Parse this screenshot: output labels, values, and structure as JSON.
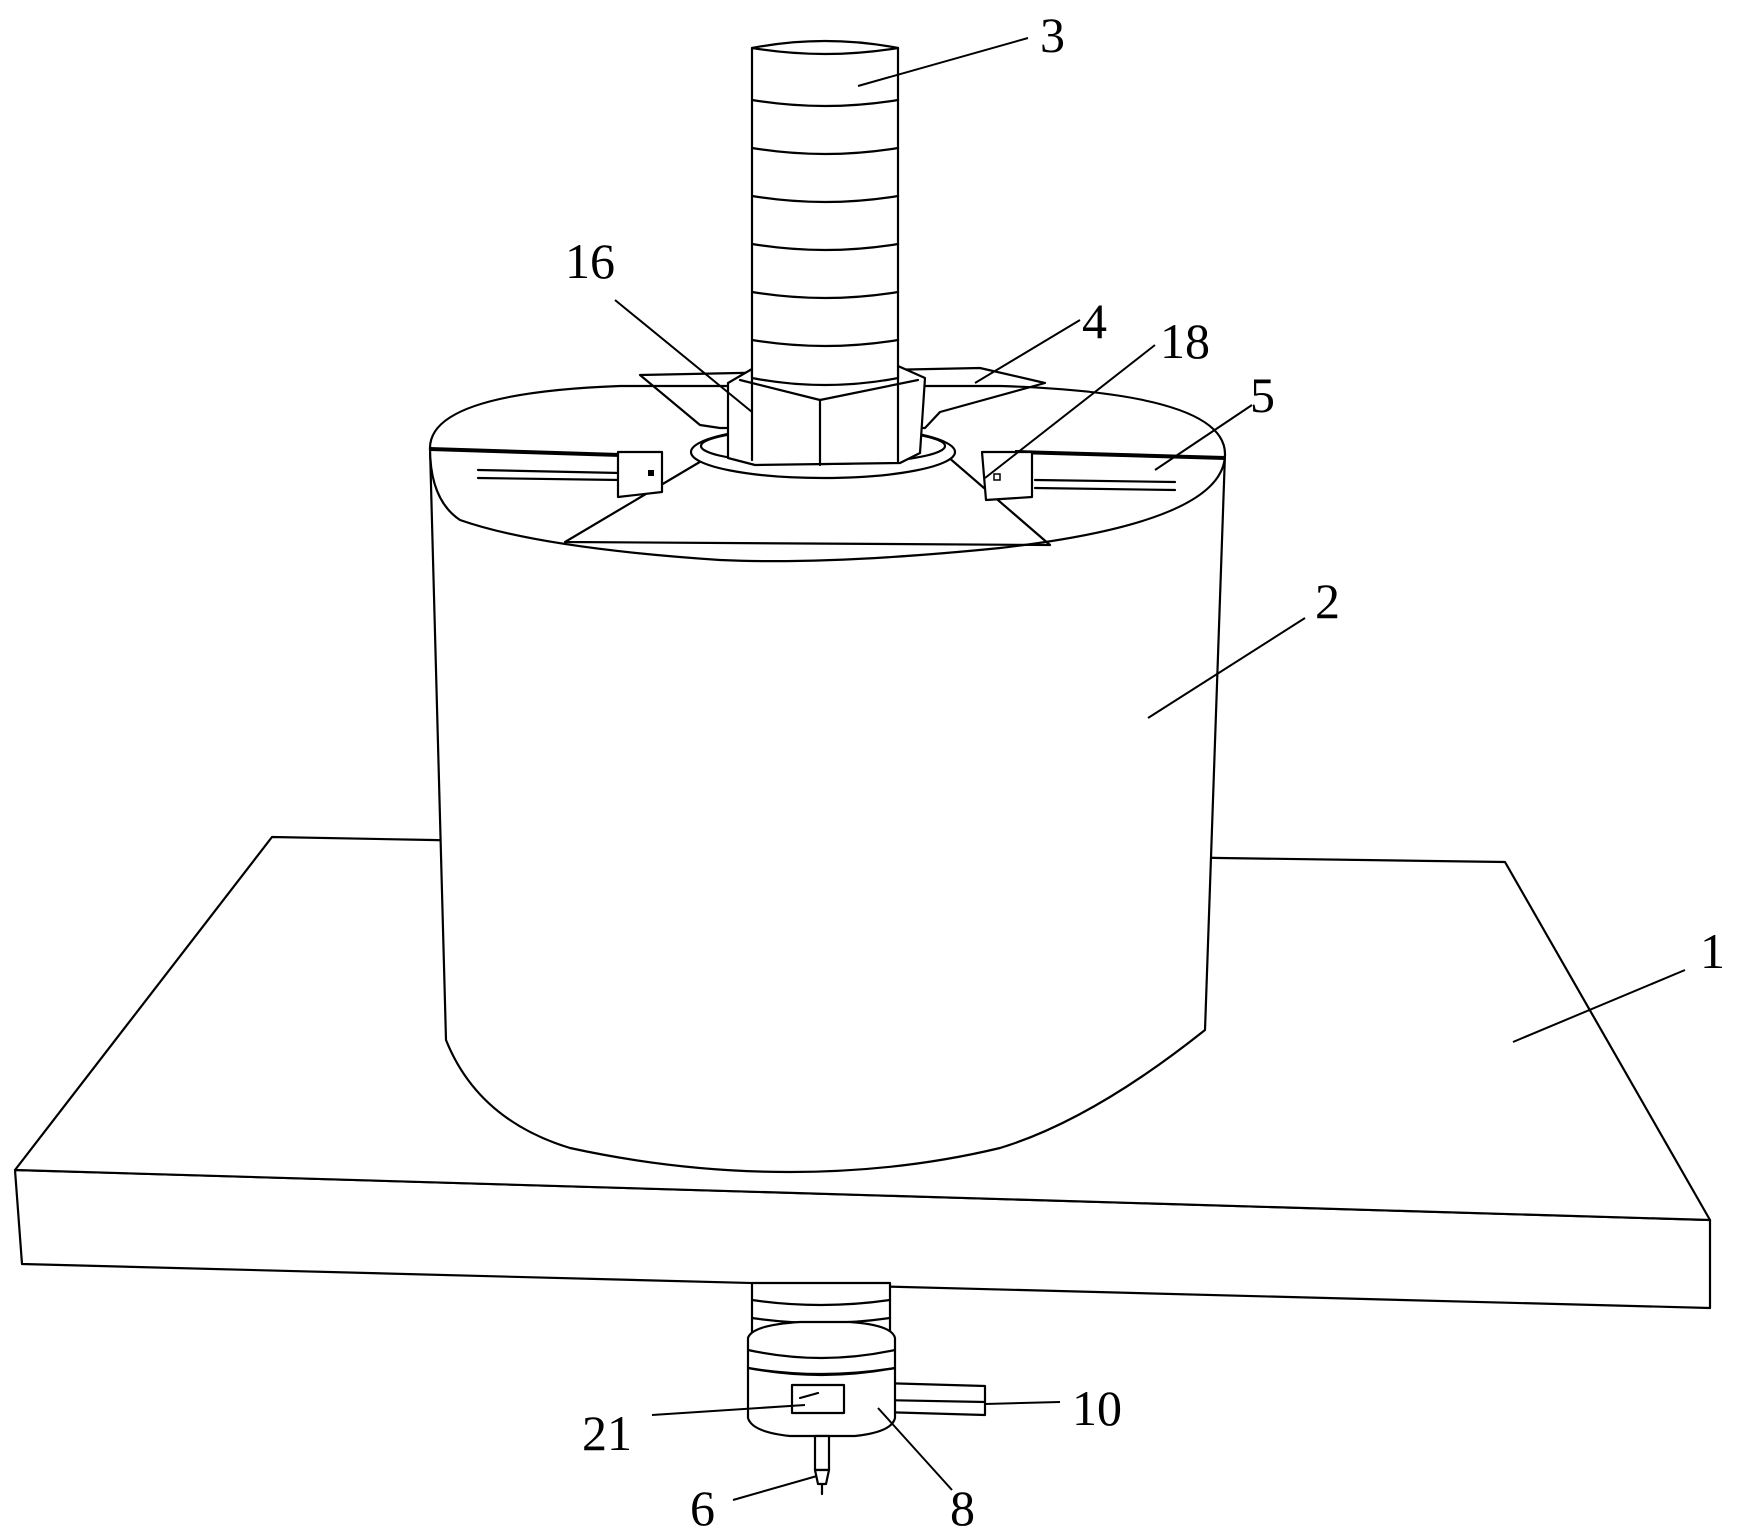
{
  "labels": {
    "l1": "1",
    "l2": "2",
    "l3": "3",
    "l4": "4",
    "l5": "5",
    "l6": "6",
    "l8": "8",
    "l10": "10",
    "l16": "16",
    "l18": "18",
    "l21": "21"
  }
}
